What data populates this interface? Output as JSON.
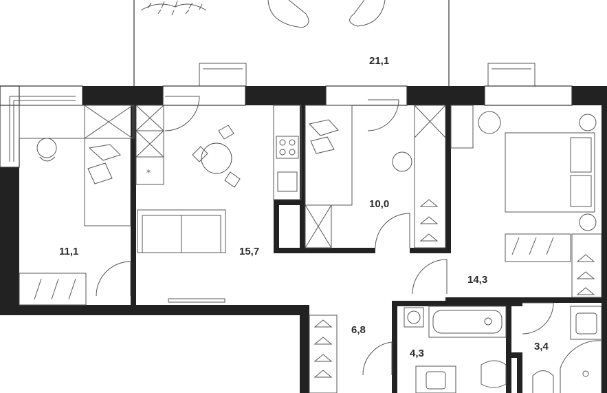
{
  "rooms": [
    {
      "id": "balcony",
      "area": "21,1"
    },
    {
      "id": "room-left",
      "area": "11,1"
    },
    {
      "id": "living-kitchen",
      "area": "15,7"
    },
    {
      "id": "room-middle",
      "area": "10,0"
    },
    {
      "id": "bedroom-right",
      "area": "14,3"
    },
    {
      "id": "hall",
      "area": "6,8"
    },
    {
      "id": "bathroom",
      "area": "4,3"
    },
    {
      "id": "wc",
      "area": "3,4"
    }
  ],
  "colors": {
    "wall": "#222222",
    "line": "#333333",
    "background": "#ffffff"
  }
}
